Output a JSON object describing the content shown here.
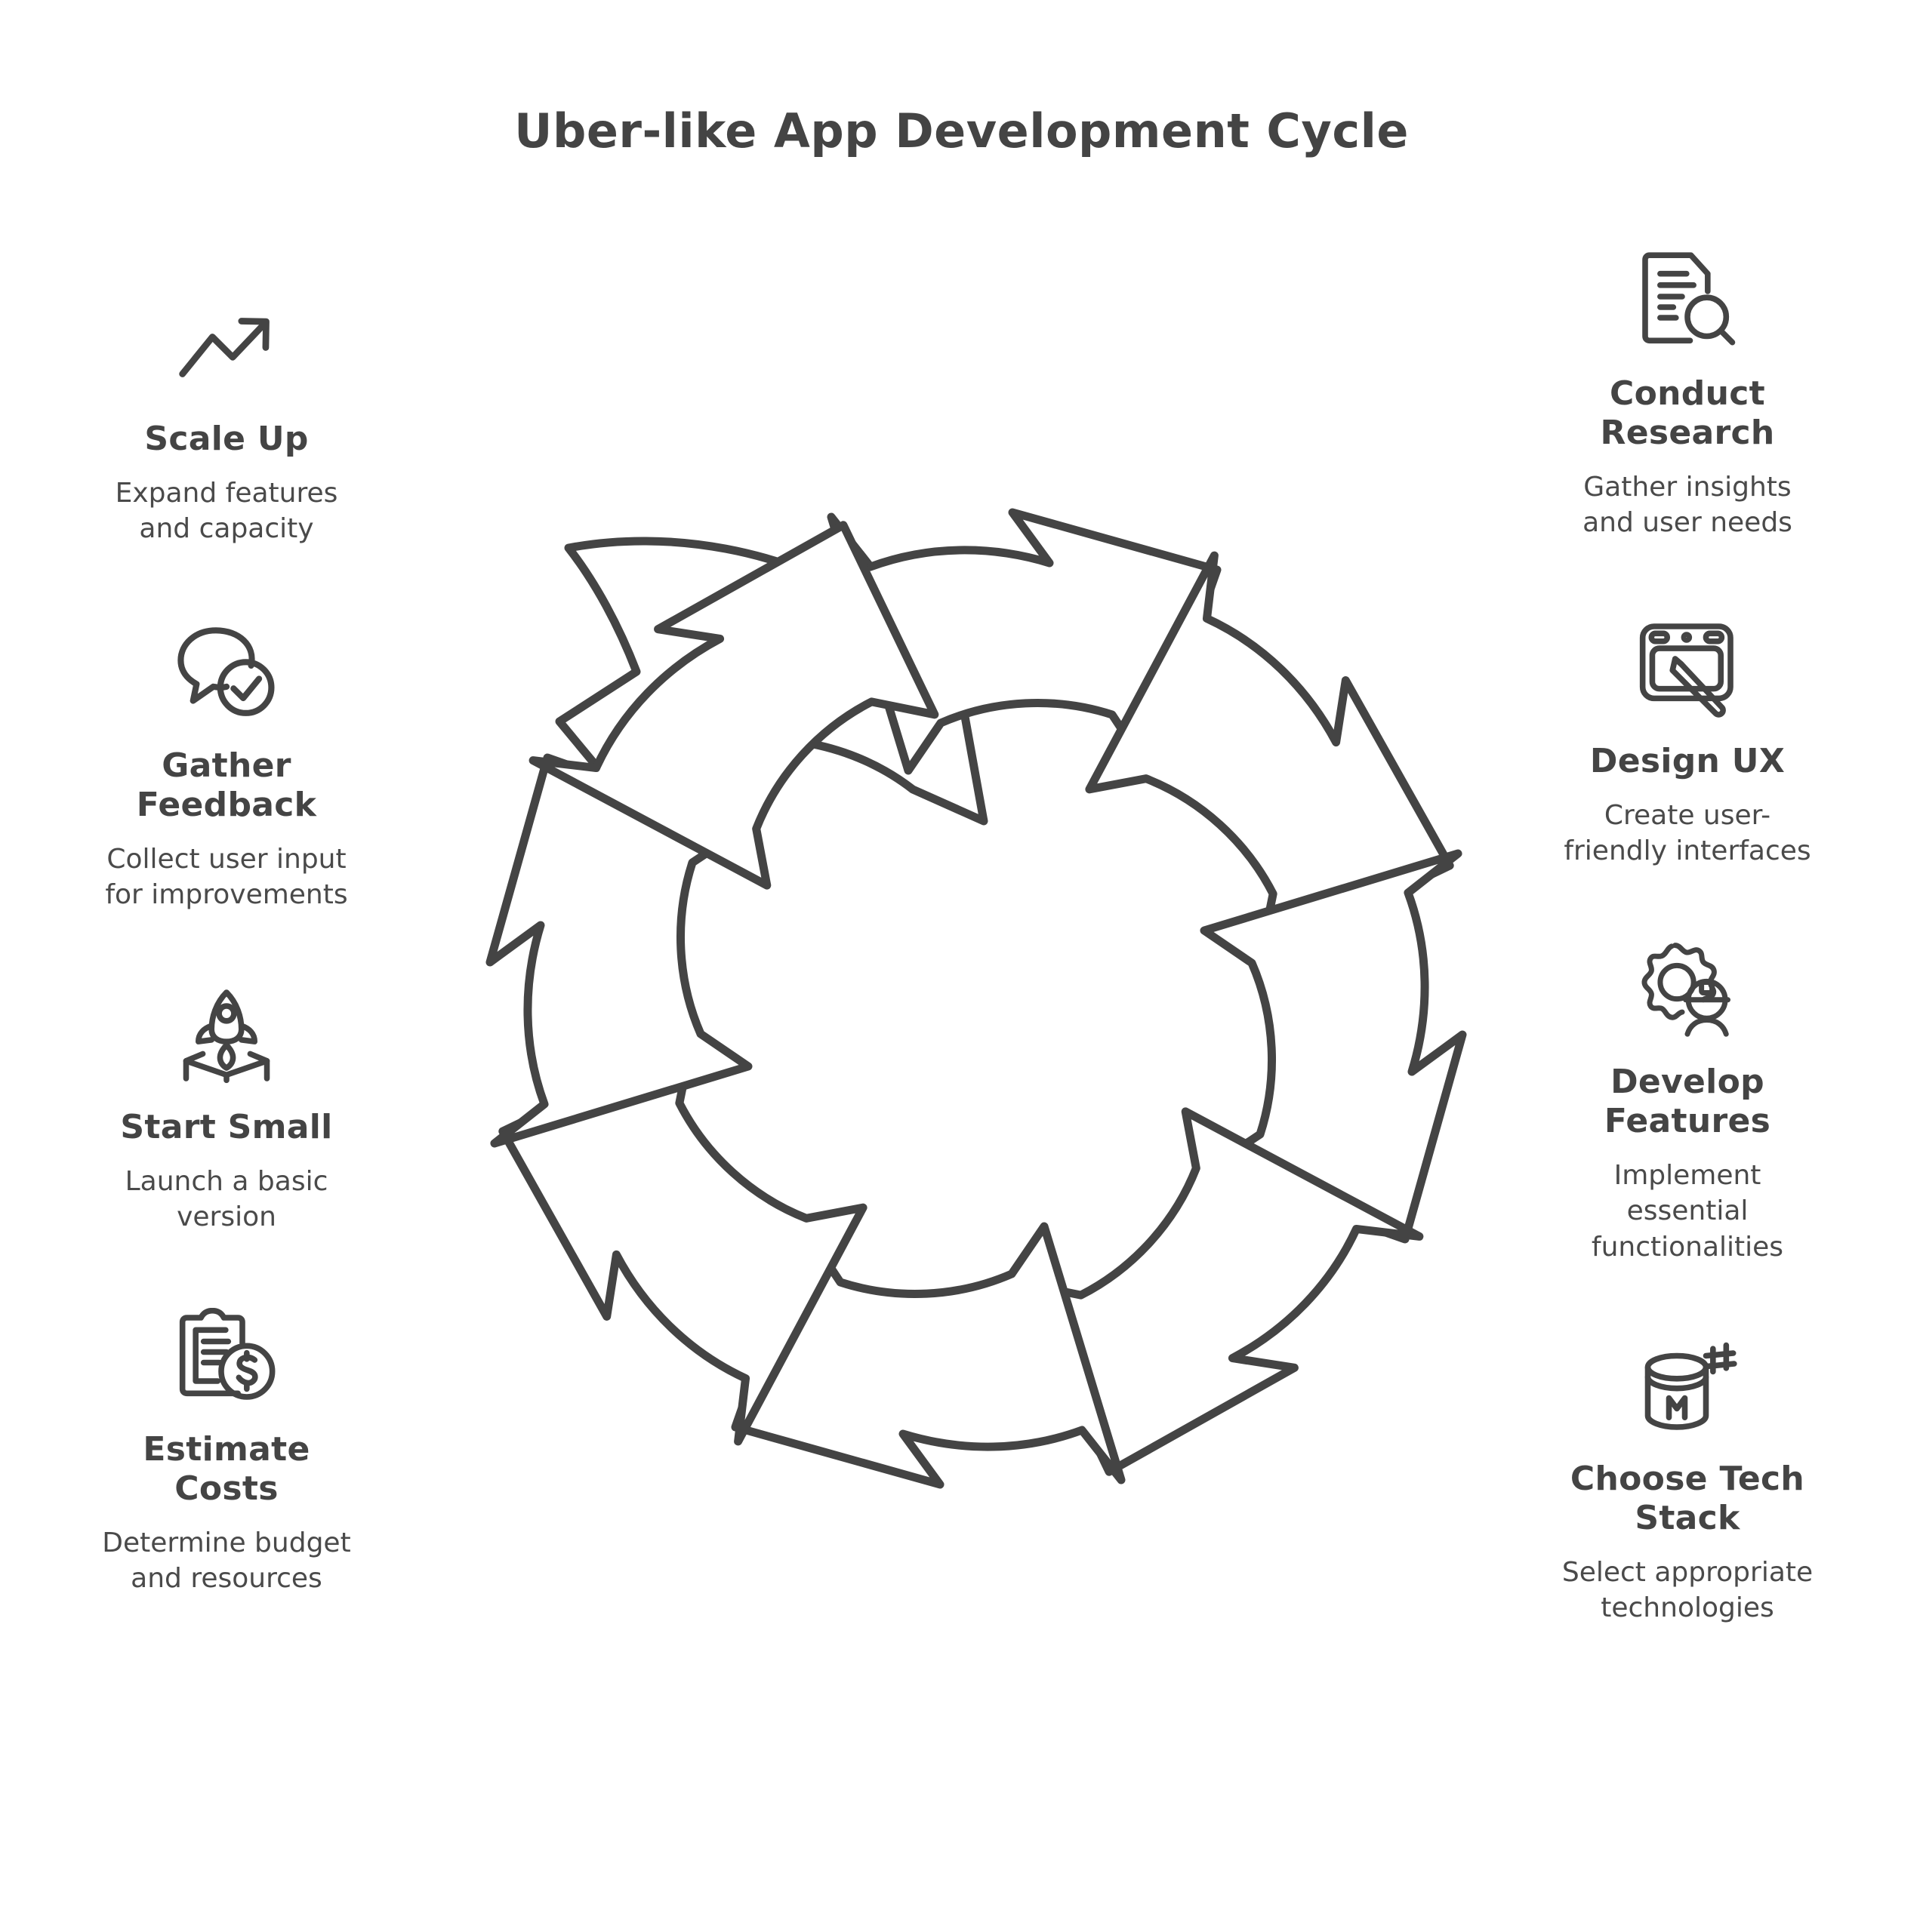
{
  "title": "Uber-like App Development Cycle",
  "colors": {
    "stroke": "#444444",
    "text": "#444444",
    "background": "#ffffff"
  },
  "diagram": {
    "type": "cycle",
    "shape": "circular-arrow-ring",
    "arrow_count": 8,
    "direction": "clockwise",
    "step_count": 8
  },
  "left_column": {
    "steps": [
      {
        "icon": "trending-up-arrow-icon",
        "title": "Scale Up",
        "desc": "Expand features\nand capacity"
      },
      {
        "icon": "speech-bubble-check-icon",
        "title": "Gather\nFeedback",
        "desc": "Collect user input\nfor improvements"
      },
      {
        "icon": "rocket-launch-icon",
        "title": "Start Small",
        "desc": "Launch a basic\nversion"
      },
      {
        "icon": "clipboard-dollar-icon",
        "title": "Estimate\nCosts",
        "desc": "Determine budget\nand resources"
      }
    ]
  },
  "right_column": {
    "steps": [
      {
        "icon": "document-search-icon",
        "title": "Conduct\nResearch",
        "desc": "Gather insights\nand user needs"
      },
      {
        "icon": "tablet-pencil-icon",
        "title": "Design UX",
        "desc": "Create user-\nfriendly interfaces"
      },
      {
        "icon": "gear-worker-icon",
        "title": "Develop\nFeatures",
        "desc": "Implement\nessential\nfunctionalities"
      },
      {
        "icon": "database-code-icon",
        "title": "Choose Tech\nStack",
        "desc": "Select appropriate\ntechnologies"
      }
    ]
  }
}
